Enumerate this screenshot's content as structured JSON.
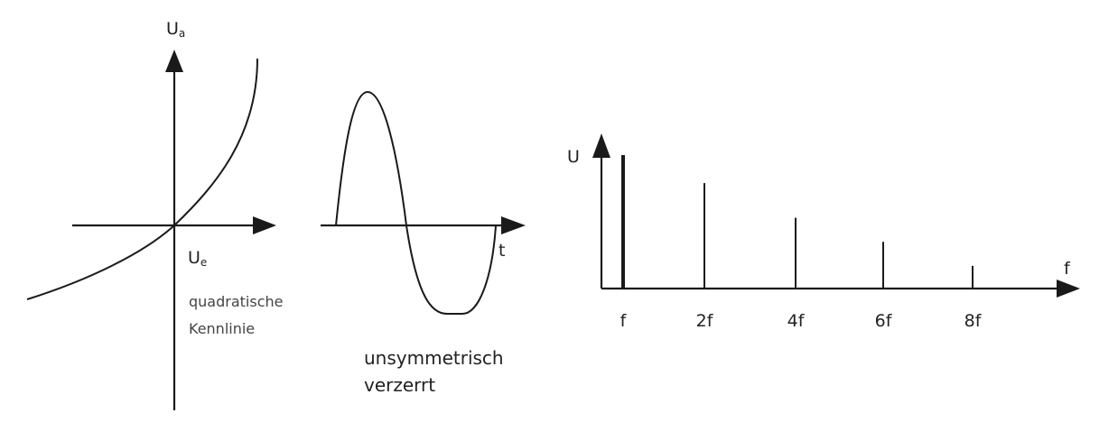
{
  "characteristic": {
    "y_axis_label": "U",
    "y_axis_sub": "a",
    "x_axis_label": "U",
    "x_axis_sub": "e",
    "caption_line1": "quadratische",
    "caption_line2": "Kennlinie"
  },
  "waveform": {
    "x_axis_label": "t",
    "caption_line1": "unsymmetrisch",
    "caption_line2": "verzerrt"
  },
  "spectrum": {
    "y_axis_label": "U",
    "x_axis_label": "f",
    "harmonics": [
      {
        "label": "f",
        "amplitude": 1.0
      },
      {
        "label": "2f",
        "amplitude": 0.79
      },
      {
        "label": "4f",
        "amplitude": 0.53
      },
      {
        "label": "6f",
        "amplitude": 0.35
      },
      {
        "label": "8f",
        "amplitude": 0.17
      }
    ]
  },
  "colors": {
    "stroke": "#1a1a1a"
  }
}
